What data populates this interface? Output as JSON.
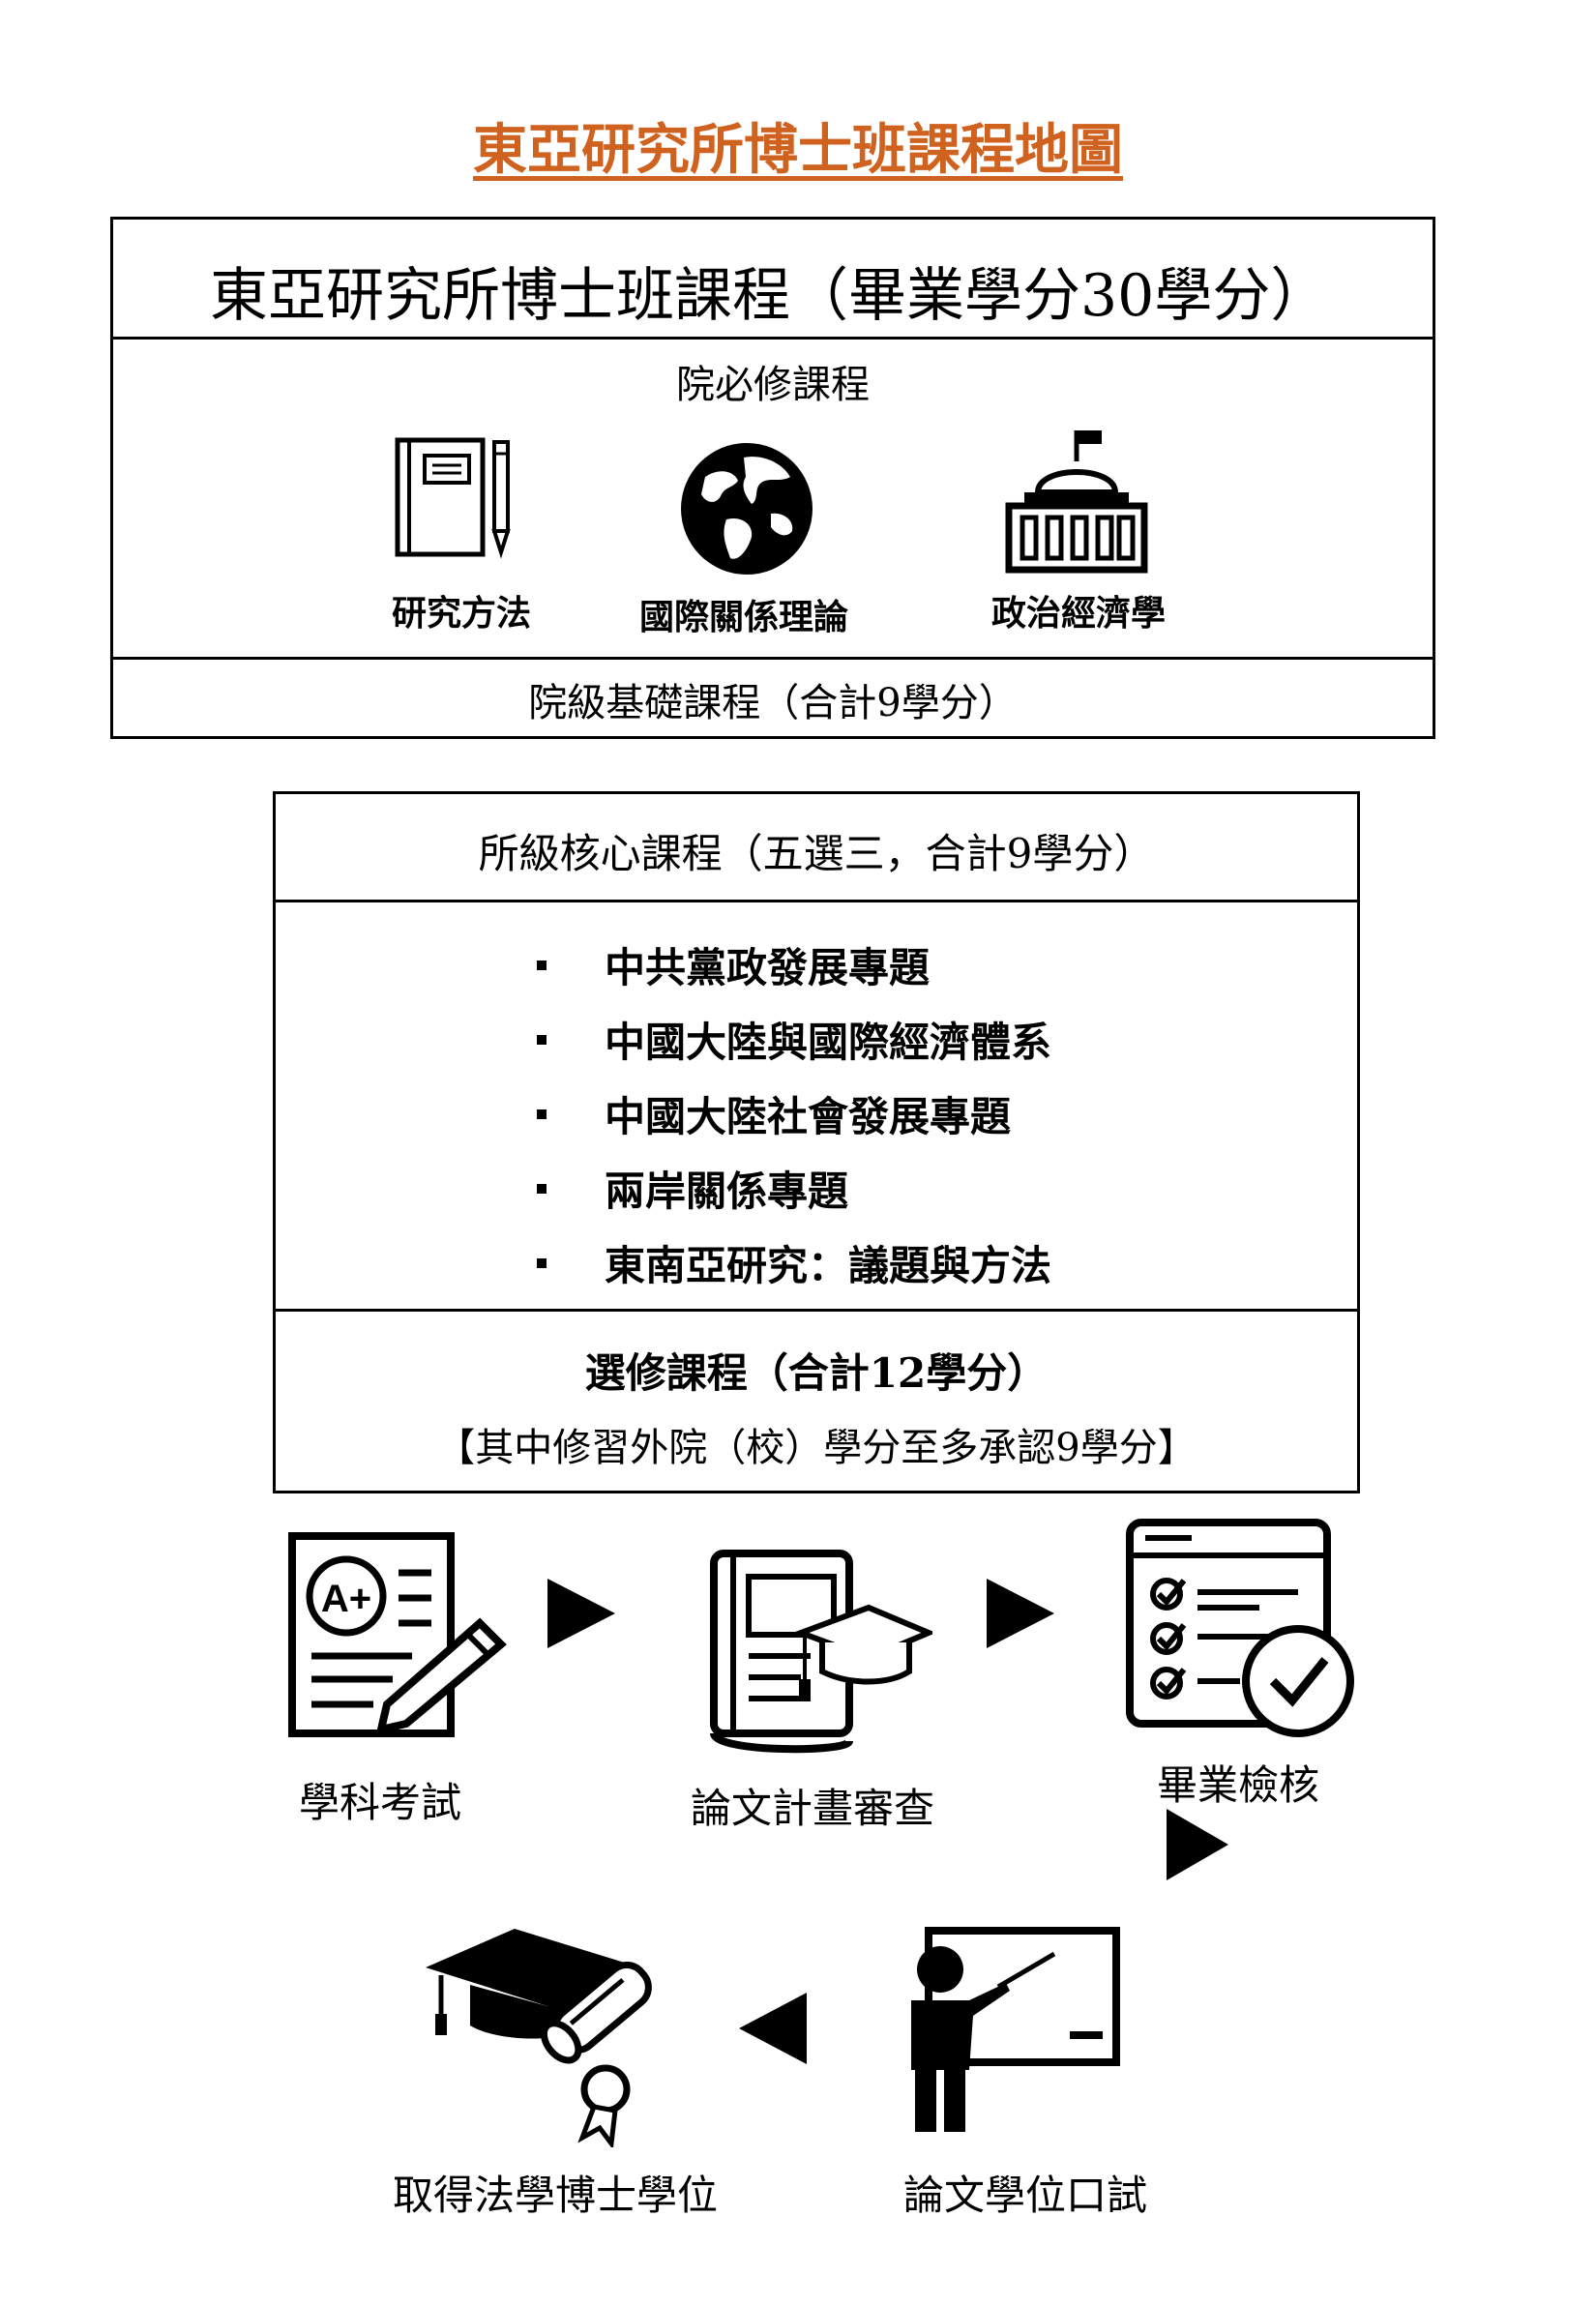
{
  "title": "東亞研究所博士班課程地圖",
  "program": {
    "title": "東亞研究所博士班課程（畢業學分30學分）",
    "required_label": "院必修課程",
    "courses": [
      {
        "label": "研究方法",
        "icon": "notebook-icon"
      },
      {
        "label": "國際關係理論",
        "icon": "globe-icon"
      },
      {
        "label": "政治經濟學",
        "icon": "government-building-icon"
      }
    ],
    "foundation_label": "院級基礎課程（合計9學分）"
  },
  "core": {
    "title": "所級核心課程（五選三，合計9學分）",
    "items": [
      "中共黨政發展專題",
      "中國大陸與國際經濟體系",
      "中國大陸社會發展專題",
      "兩岸關係專題",
      "東南亞研究：議題與方法"
    ],
    "elective_title": "選修課程（合計12學分）",
    "elective_note": "【其中修習外院（校）學分至多承認9學分】"
  },
  "flow": {
    "steps": [
      {
        "label": "學科考試",
        "icon": "exam-paper-icon"
      },
      {
        "label": "論文計畫審查",
        "icon": "book-graduation-cap-icon"
      },
      {
        "label": "畢業檢核",
        "icon": "checklist-icon"
      },
      {
        "label": "論文學位口試",
        "icon": "presenter-board-icon"
      },
      {
        "label": "取得法學博士學位",
        "icon": "graduation-cap-diploma-icon"
      }
    ]
  }
}
